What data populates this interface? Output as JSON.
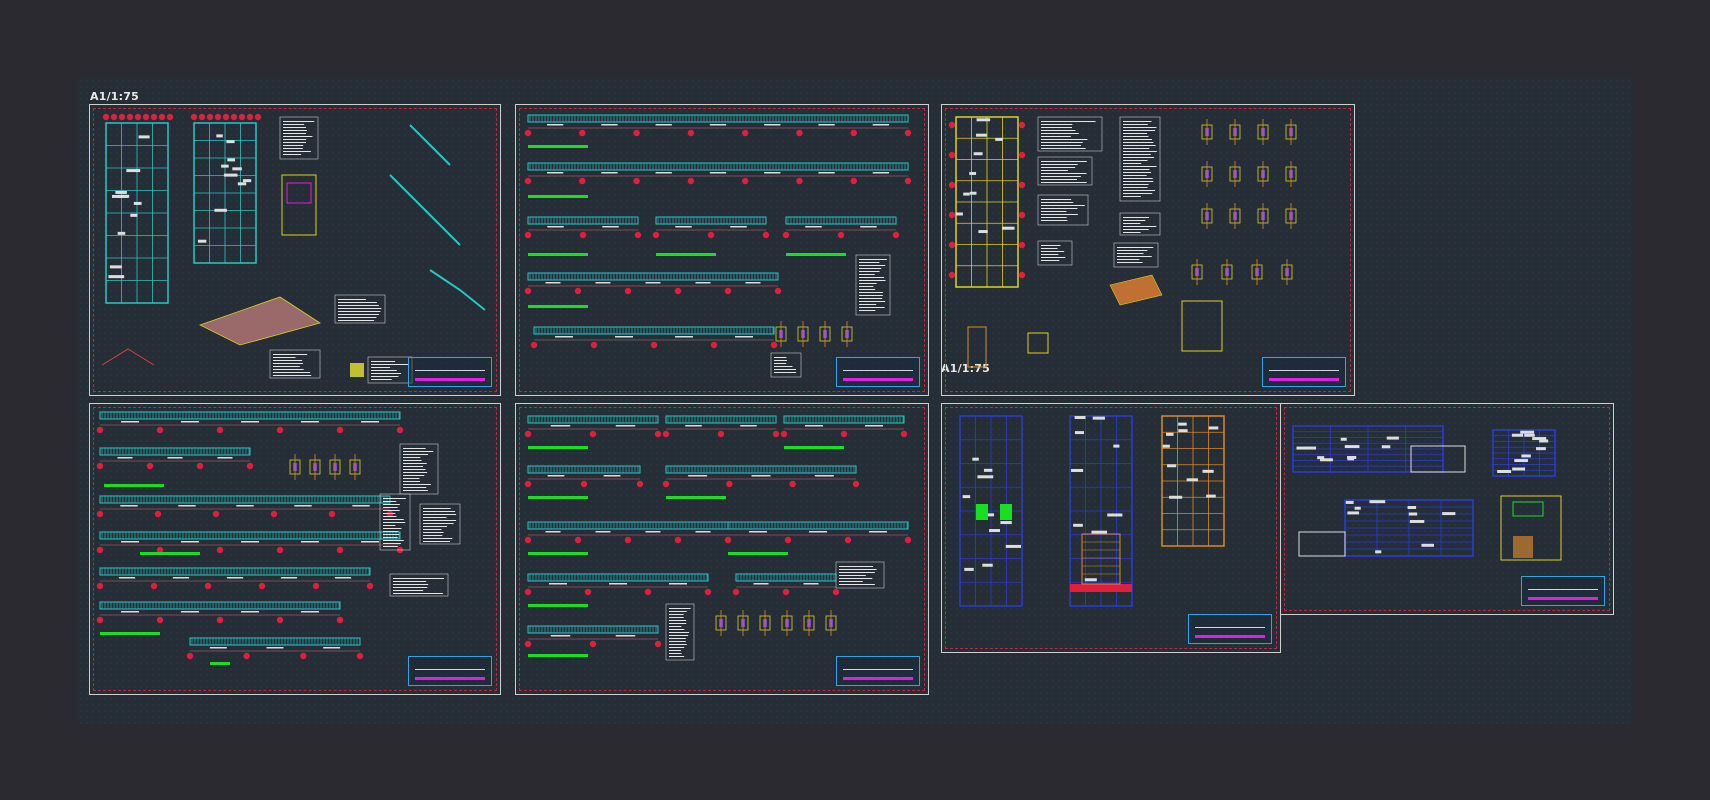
{
  "drawing": {
    "scale_labels": [
      "A1/1:75",
      "A1/1:75"
    ]
  },
  "sheets": [
    {
      "id": "sheet-1",
      "kind": "structural-plans-stairs"
    },
    {
      "id": "sheet-2",
      "kind": "beam-details"
    },
    {
      "id": "sheet-3",
      "kind": "foundation-columns"
    },
    {
      "id": "sheet-4",
      "kind": "beam-details"
    },
    {
      "id": "sheet-5",
      "kind": "beam-details"
    },
    {
      "id": "sheet-6",
      "kind": "architectural-floor-plans"
    },
    {
      "id": "sheet-7",
      "kind": "elevations-sections"
    }
  ],
  "colors": {
    "background": "#2b2a31",
    "model_space": "#252d37",
    "sheet_border": "#cfcfcf",
    "sheet_dash": "#b03040",
    "beam": "#27c6c6",
    "axis_marker": "#e0203a",
    "highlight": "#18e020",
    "titleblock": "#2aa8e6",
    "magenta": "#e020e0",
    "wall": "#2a3cd8",
    "grid_orange": "#e08a20"
  },
  "icons": {
    "axis_marker": "axis-bubble-icon",
    "column": "column-section-icon"
  }
}
